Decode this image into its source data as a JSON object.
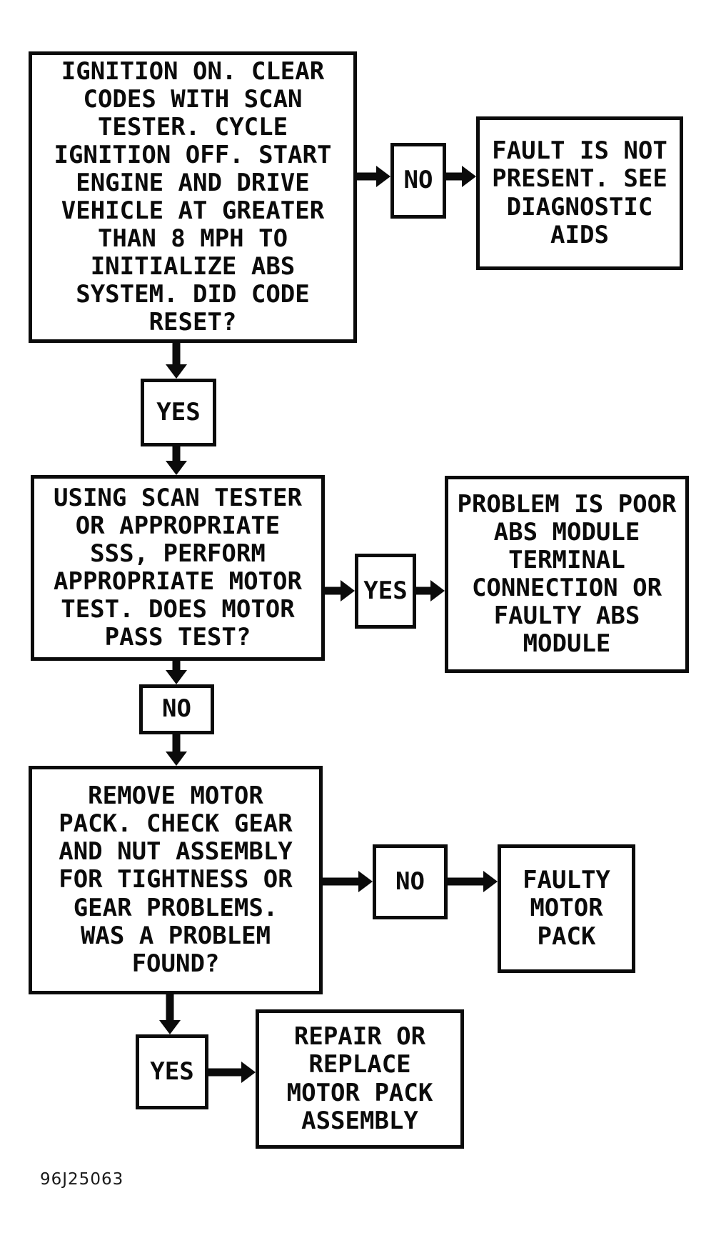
{
  "figure": {
    "code": "96J25063"
  },
  "colors": {
    "line": "#0b0b0b",
    "background": "#ffffff",
    "text": "#0b0b0b"
  },
  "flowchart": {
    "nodes": {
      "step1": {
        "text": "IGNITION ON. CLEAR\nCODES WITH SCAN\nTESTER. CYCLE\nIGNITION OFF. START\nENGINE AND DRIVE\nVEHICLE AT GREATER\nTHAN 8 MPH TO\nINITIALIZE ABS\nSYSTEM. DID CODE\nRESET?"
      },
      "no1": {
        "text": "NO"
      },
      "fault_not_present": {
        "text": "FAULT IS NOT\nPRESENT. SEE\nDIAGNOSTIC\nAIDS"
      },
      "yes1": {
        "text": "YES"
      },
      "step2": {
        "text": "USING SCAN TESTER\nOR APPROPRIATE\nSSS, PERFORM\nAPPROPRIATE MOTOR\nTEST. DOES MOTOR\nPASS TEST?"
      },
      "yes2": {
        "text": "YES"
      },
      "problem_abs_module": {
        "text": "PROBLEM IS POOR\nABS MODULE\nTERMINAL\nCONNECTION OR\nFAULTY ABS\nMODULE"
      },
      "no2": {
        "text": "NO"
      },
      "step3": {
        "text": "REMOVE MOTOR\nPACK. CHECK GEAR\nAND NUT ASSEMBLY\nFOR TIGHTNESS OR\nGEAR PROBLEMS.\nWAS A PROBLEM\nFOUND?"
      },
      "no3": {
        "text": "NO"
      },
      "faulty_motor_pack": {
        "text": "FAULTY\nMOTOR\nPACK"
      },
      "yes3": {
        "text": "YES"
      },
      "repair_replace": {
        "text": "REPAIR OR\nREPLACE\nMOTOR PACK\nASSEMBLY"
      }
    }
  }
}
